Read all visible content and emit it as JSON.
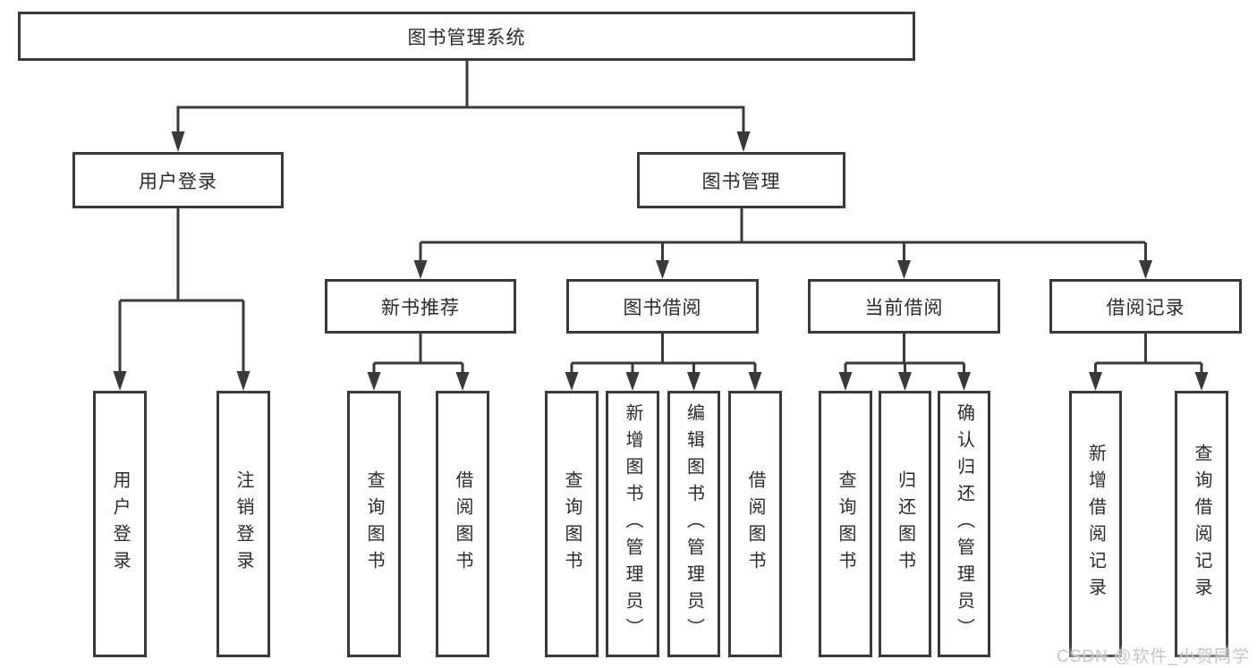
{
  "colors": {
    "line": "#3a3a3a",
    "text": "#2b2b2b",
    "box_background": "#ffffff",
    "watermark": "#c6c6c6"
  },
  "tree": {
    "label": "图书管理系统",
    "children": [
      {
        "label": "用户登录",
        "children": [
          {
            "label": "用户登录"
          },
          {
            "label": "注销登录"
          }
        ]
      },
      {
        "label": "图书管理",
        "children": [
          {
            "label": "新书推荐",
            "children": [
              {
                "label": "查询图书"
              },
              {
                "label": "借阅图书"
              }
            ]
          },
          {
            "label": "图书借阅",
            "children": [
              {
                "label": "查询图书"
              },
              {
                "label": "新增图书（管理员）"
              },
              {
                "label": "编辑图书（管理员）"
              },
              {
                "label": "借阅图书"
              }
            ]
          },
          {
            "label": "当前借阅",
            "children": [
              {
                "label": "查询图书"
              },
              {
                "label": "归还图书"
              },
              {
                "label": "确认归还（管理员）"
              }
            ]
          },
          {
            "label": "借阅记录",
            "children": [
              {
                "label": "新增借阅记录"
              },
              {
                "label": "查询借阅记录"
              }
            ]
          }
        ]
      }
    ]
  },
  "watermark": {
    "text": "CSDN @软件_小贺同学"
  }
}
